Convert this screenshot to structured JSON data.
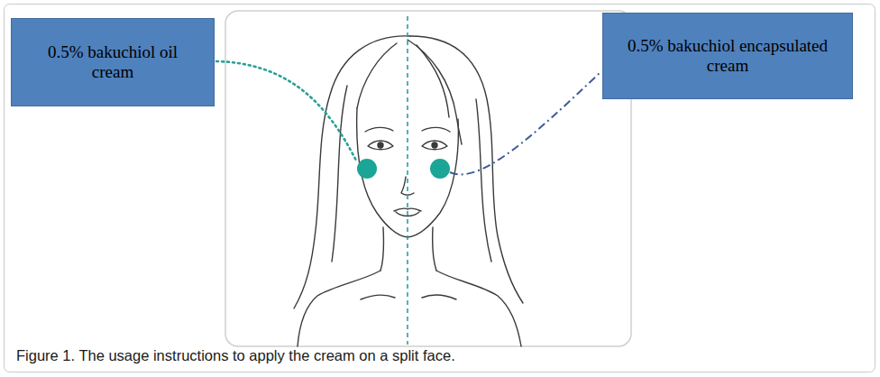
{
  "diagram": {
    "caption": "Figure 1. The usage instructions to apply the cream on a split face.",
    "nodes": [
      {
        "text": [
          "0.5% bakuchiol oil cream"
        ]
      },
      {
        "text": [
          "0.5% bakuchiol encapsulated cream"
        ]
      }
    ]
  }
}
